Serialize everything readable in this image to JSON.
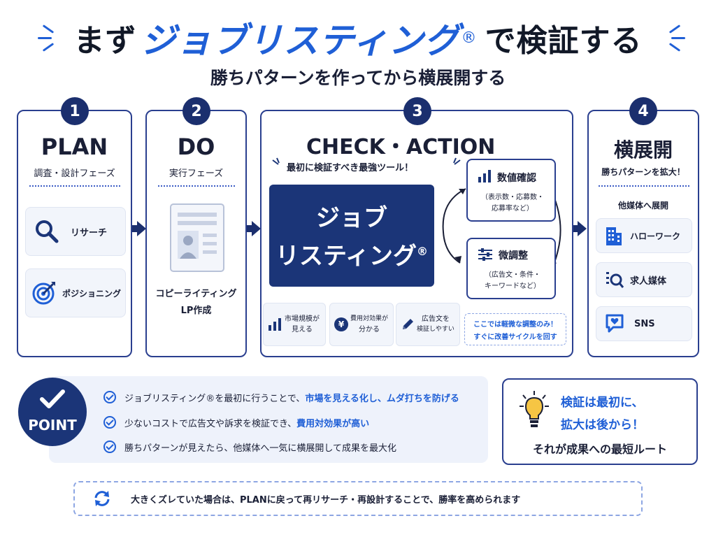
{
  "title": {
    "prefix": "まず",
    "accent": "ジョブリスティング",
    "reg": "®",
    "suffix": "で検証する"
  },
  "subtitle": "勝ちパターンを作ってから横展開する",
  "steps": [
    {
      "number": "1",
      "title": "PLAN",
      "subtitle": "調査・設計フェーズ",
      "items": [
        {
          "label": "リサーチ",
          "icon": "magnifier-icon"
        },
        {
          "label": "ポジショニング",
          "icon": "target-icon"
        }
      ]
    },
    {
      "number": "2",
      "title": "DO",
      "subtitle": "実行フェーズ",
      "doc_icon": "document-profile-icon",
      "caption_line1": "コピーライティング",
      "caption_line2": "LP作成"
    },
    {
      "number": "3",
      "title": "CHECK・ACTION",
      "tagline": "最初に検証すべき最強ツール！",
      "center_line1": "ジョブ",
      "center_line2": "リスティング",
      "center_reg": "®",
      "checks": [
        {
          "title": "数値確認",
          "detail_line1": "（表示数・応募数・",
          "detail_line2": "応募率など）",
          "icon": "bar-chart-icon"
        },
        {
          "title": "微調整",
          "detail_line1": "（広告文・条件・",
          "detail_line2": "キーワードなど）",
          "icon": "sliders-icon"
        }
      ],
      "benefits": [
        {
          "line1": "市場規模が",
          "line2": "見える",
          "icon": "bar-chart-icon"
        },
        {
          "line1": "費用対効果が",
          "line2": "分かる",
          "icon": "yen-icon"
        },
        {
          "line1": "広告文を",
          "line2": "検証しやすい",
          "icon": "pencil-icon"
        }
      ],
      "note_line1": "ここでは軽微な調整のみ！",
      "note_line2": "すぐに改善サイクルを回す"
    },
    {
      "number": "4",
      "title": "横展開",
      "subtitle": "勝ちパターンを拡大！",
      "section_label": "他媒体へ展開",
      "items": [
        {
          "label": "ハローワーク",
          "icon": "building-icon"
        },
        {
          "label": "求人媒体",
          "icon": "search-list-icon"
        },
        {
          "label": "SNS",
          "icon": "heart-chat-icon"
        }
      ]
    }
  ],
  "point": {
    "label": "POINT",
    "items": [
      {
        "pre": "ジョブリスティング®を最初に行うことで、",
        "hl": "市場を見える化し、ムダ打ちを防げる",
        "post": ""
      },
      {
        "pre": "少ないコストで広告文や訴求を検証でき、",
        "hl": "費用対効果が高い",
        "post": ""
      },
      {
        "pre": "勝ちパターンが見えたら、他媒体へ一気に横展開して成果を最大化",
        "hl": "",
        "post": ""
      }
    ]
  },
  "tip": {
    "line1": "検証は最初に、",
    "line2": "拡大は後から！",
    "line3": "それが成果への最短ルート",
    "icon": "lightbulb-icon"
  },
  "bottom_note": "大きくズレていた場合は、PLANに戻って再リサーチ・再設計することで、勝率を高められます",
  "bottom_icon": "refresh-icon",
  "colors": {
    "navy": "#1b3578",
    "accent": "#1f5fd6",
    "card_bg": "#f2f5fb"
  }
}
